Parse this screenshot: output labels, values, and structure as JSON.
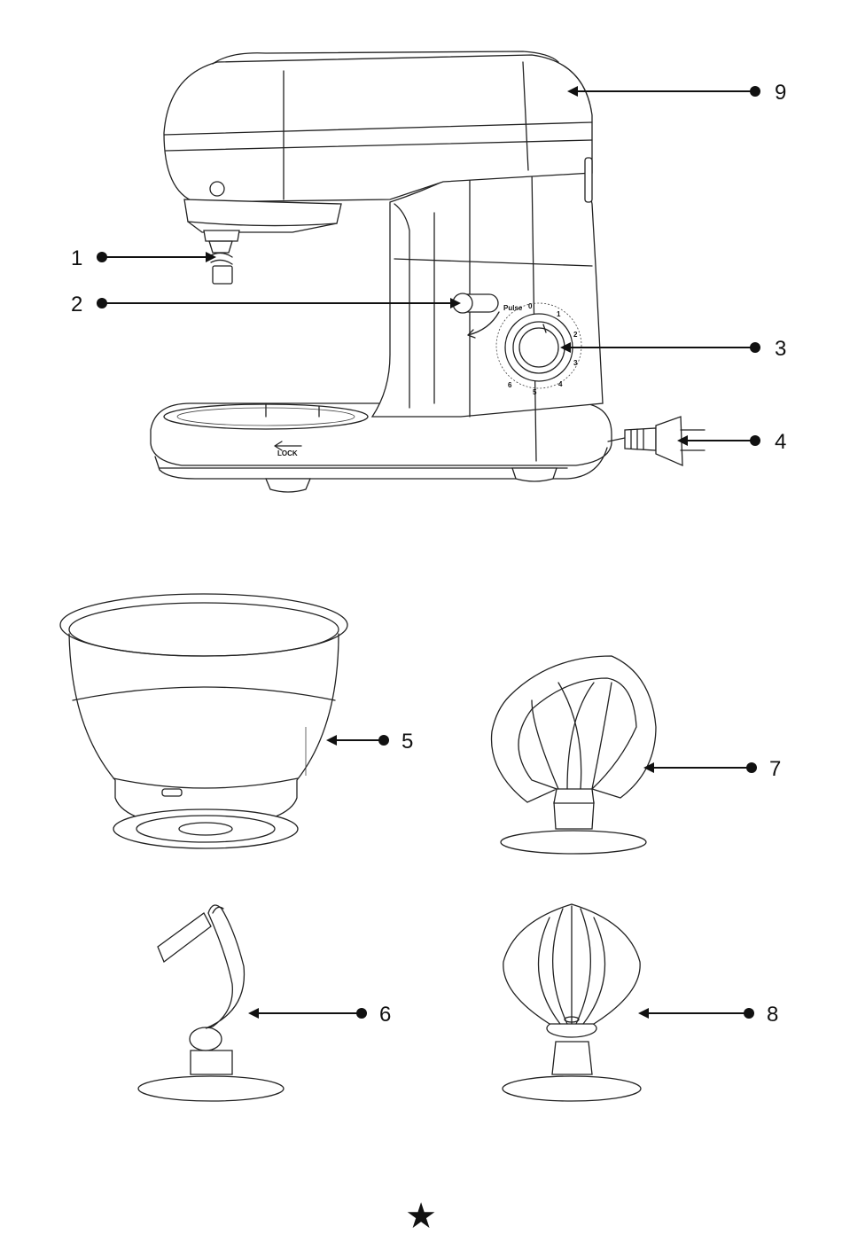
{
  "callouts": [
    {
      "id": "1",
      "label": "1"
    },
    {
      "id": "2",
      "label": "2"
    },
    {
      "id": "3",
      "label": "3"
    },
    {
      "id": "4",
      "label": "4"
    },
    {
      "id": "5",
      "label": "5"
    },
    {
      "id": "6",
      "label": "6"
    },
    {
      "id": "7",
      "label": "7"
    },
    {
      "id": "8",
      "label": "8"
    },
    {
      "id": "9",
      "label": "9"
    }
  ],
  "mixer_markings": {
    "pulse": "Pulse",
    "lock": "LOCK",
    "speed_0": "0",
    "speed_1": "1",
    "speed_2": "2",
    "speed_3": "3",
    "speed_4": "4",
    "speed_5": "5",
    "speed_6": "6"
  },
  "footer_symbol": "★"
}
